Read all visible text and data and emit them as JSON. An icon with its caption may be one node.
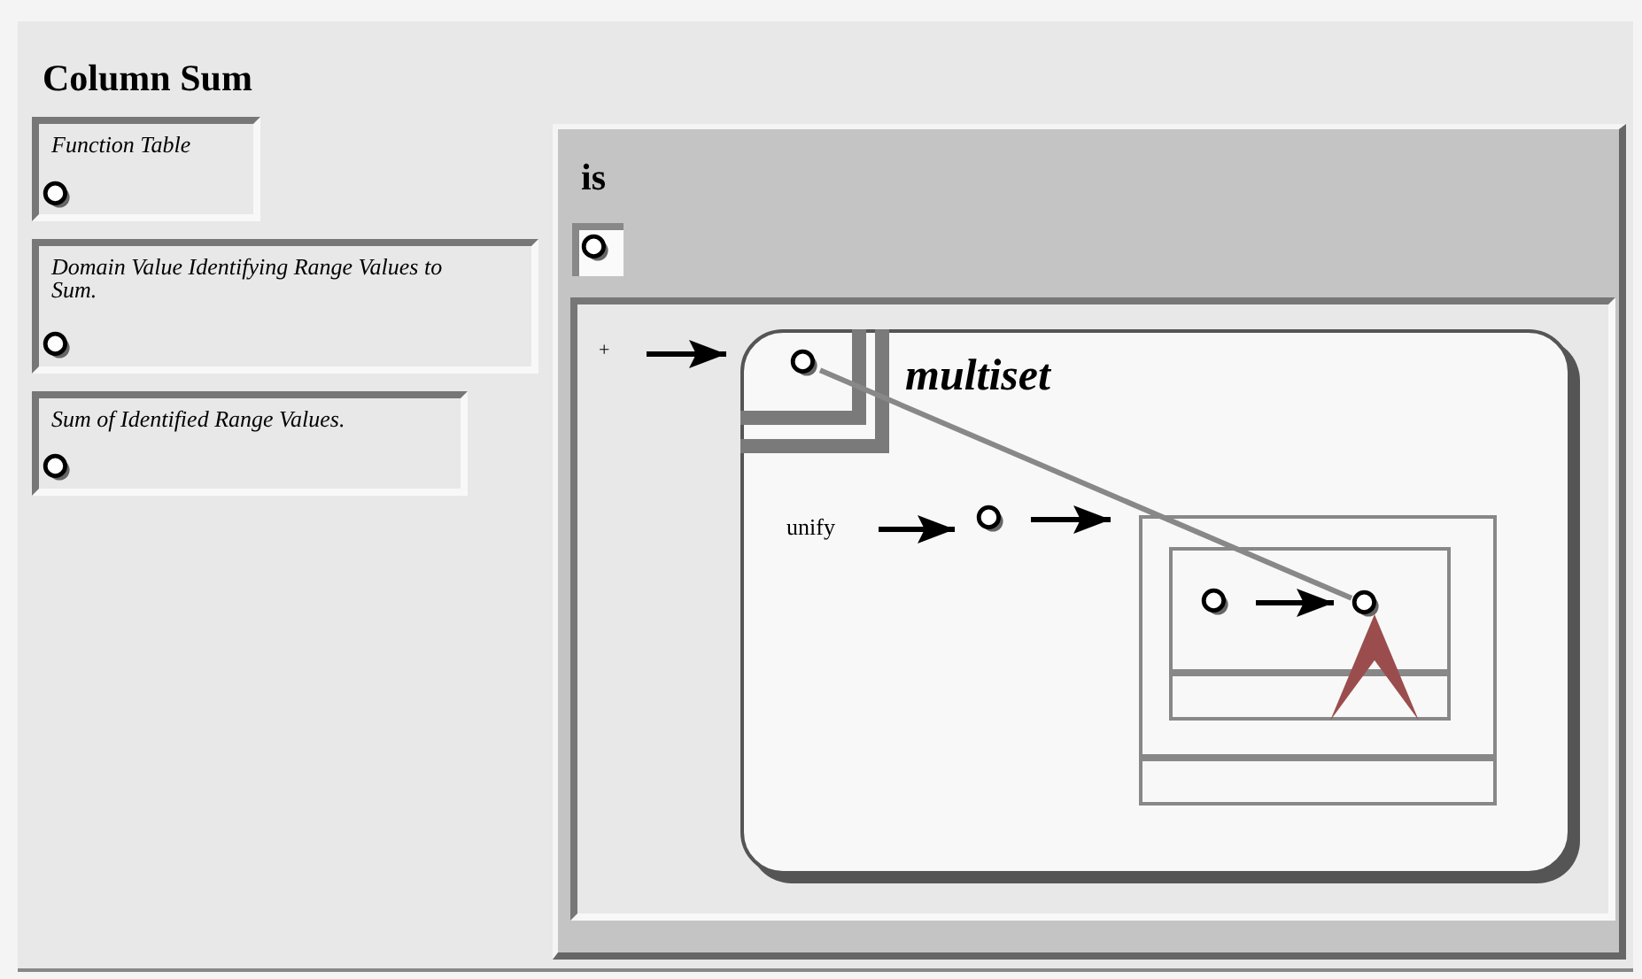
{
  "diagram": {
    "nodes": [
      {
        "text": [
          "Column Sum"
        ]
      },
      {
        "text": [
          "Function Table"
        ],
        "in": 0
      },
      {
        "text": [],
        "shape": "circle",
        "in": 1
      },
      {
        "text": [
          "Domain Value Identifying Range Values to Sum."
        ],
        "in": 0
      },
      {
        "text": [],
        "shape": "circle",
        "in": 3
      },
      {
        "text": [
          "Sum of Identified Range Values."
        ],
        "in": 0
      },
      {
        "text": [],
        "shape": "circle",
        "in": 5
      },
      {
        "text": [
          "is"
        ],
        "in": 0
      },
      {
        "text": [],
        "shape": "circle",
        "in": 7
      },
      {
        "text": [],
        "shape": "box",
        "in": 7
      },
      {
        "text": [
          "+"
        ],
        "in": 9
      },
      {
        "text": [
          "multiset"
        ],
        "in": 9
      },
      {
        "text": [],
        "shape": "circle",
        "in": 11
      },
      {
        "text": [
          "unify"
        ],
        "in": 11
      },
      {
        "text": [],
        "shape": "circle",
        "in": 11
      },
      {
        "text": [],
        "shape": "box",
        "in": 11
      },
      {
        "text": [],
        "shape": "box",
        "in": 15
      },
      {
        "text": [],
        "shape": "circle",
        "in": 16
      },
      {
        "text": [],
        "shape": "circle",
        "in": 16
      }
    ],
    "edges": [
      {
        "from": 10,
        "to": 11,
        "arrow": "to"
      },
      {
        "from": 13,
        "to": 14,
        "arrow": "to"
      },
      {
        "from": 14,
        "to": 15,
        "arrow": "to"
      },
      {
        "from": 17,
        "to": 18,
        "arrow": "to"
      },
      {
        "from": 12,
        "to": 18,
        "arrow": "none",
        "color": "#888888"
      }
    ]
  }
}
